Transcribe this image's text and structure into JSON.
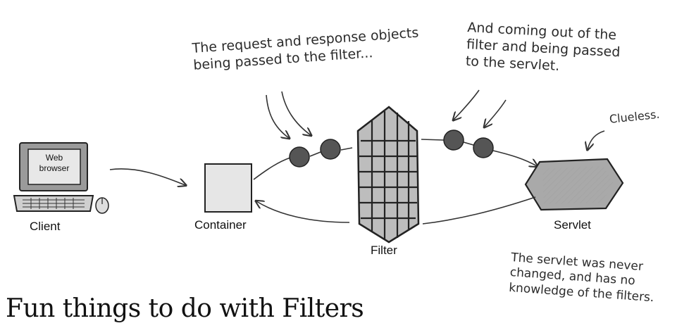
{
  "annotations": {
    "request_objects": "The request and response objects\nbeing passed to the filter...",
    "coming_out": "And coming out of the\nfilter and being passed\nto the servlet.",
    "clueless": "Clueless.",
    "servlet_unchanged": "The servlet was never\nchanged, and has no\nknowledge of the filters."
  },
  "labels": {
    "client": "Client",
    "container": "Container",
    "filter": "Filter",
    "servlet": "Servlet",
    "web_browser": "Web\nbrowser"
  },
  "title": "Fun things to do with Filters",
  "colors": {
    "ink": "#222222",
    "object_dot": "#555555",
    "filter_fill": "#bdbdbd",
    "servlet_fill": "#a9a9a9",
    "container_fill": "#e6e6e6"
  }
}
